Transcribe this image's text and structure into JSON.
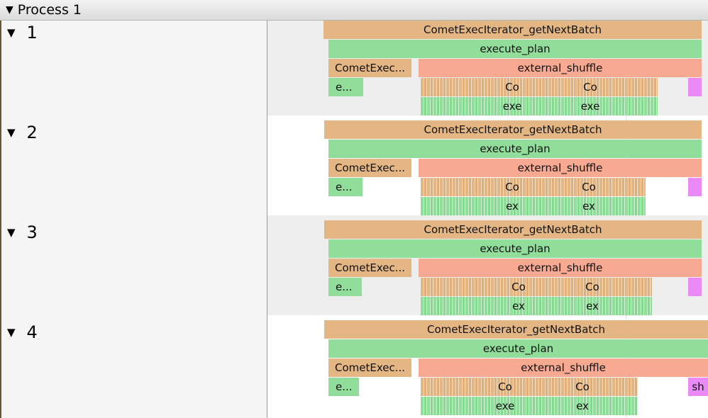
{
  "process": {
    "title": "Process 1"
  },
  "threads": [
    {
      "label": "1",
      "get": "CometExecIterator_getNextBatch",
      "exec": "execute_plan",
      "comet_short": "CometExec...",
      "shuffle": "external_shuffle",
      "e_short": "e...",
      "co1": "Co",
      "co2": "Co",
      "ex1": "exe",
      "ex2": "exe",
      "pink": ""
    },
    {
      "label": "2",
      "get": "CometExecIterator_getNextBatch",
      "exec": "execute_plan",
      "comet_short": "CometExec...",
      "shuffle": "external_shuffle",
      "e_short": "e...",
      "co1": "Co",
      "co2": "Co",
      "ex1": "ex",
      "ex2": "ex",
      "pink": ""
    },
    {
      "label": "3",
      "get": "CometExecIterator_getNextBatch",
      "exec": "execute_plan",
      "comet_short": "CometExec...",
      "shuffle": "external_shuffle",
      "e_short": "e...",
      "co1": "Co",
      "co2": "Co",
      "ex1": "ex",
      "ex2": "ex",
      "pink": ""
    },
    {
      "label": "4",
      "get": "CometExecIterator_getNextBatch",
      "exec": "execute_plan",
      "comet_short": "CometExec...",
      "shuffle": "external_shuffle",
      "e_short": "e...",
      "co1": "Co",
      "co2": "Co",
      "ex1": "exe",
      "ex2": "ex",
      "pink": "sh"
    }
  ],
  "colors": {
    "getNextBatch": "#e3b684",
    "execute_plan": "#90de9a",
    "external_shuffle": "#f8a991",
    "shuffle_other": "#e98af6"
  },
  "icons": {
    "expand": "triangle-down-icon"
  }
}
